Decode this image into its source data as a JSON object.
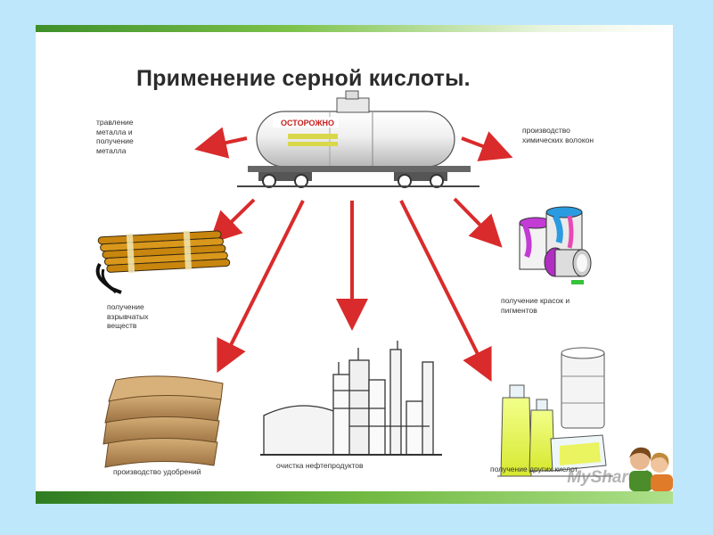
{
  "title": "Применение серной кислоты.",
  "tank": {
    "warning_label": "ОСТОРОЖНО"
  },
  "labels": {
    "metal_etching": "травление\nметалла и\nполучение\nметалла",
    "chemical_fibers": "производство\nхимических волокон",
    "explosives": "получение\nвзрывчатых\nвеществ",
    "paints": "получение красок и\nпигментов",
    "fertilizers": "производство удобрений",
    "oil_refining": "очистка нефтепродуктов",
    "other_acids": "получение других кислот"
  },
  "watermark": "MyShared",
  "colors": {
    "background": "#bfe7fb",
    "arrow": "#d92b2b",
    "accent_green": "#5aa832"
  },
  "icons": {
    "tank": "rail-tank-car",
    "explosives": "dynamite-bundle",
    "fertilizers": "stacked-sacks",
    "oil_refining": "refinery",
    "paints": "paint-cans",
    "other_acids": "acid-bottles-and-barrel"
  }
}
